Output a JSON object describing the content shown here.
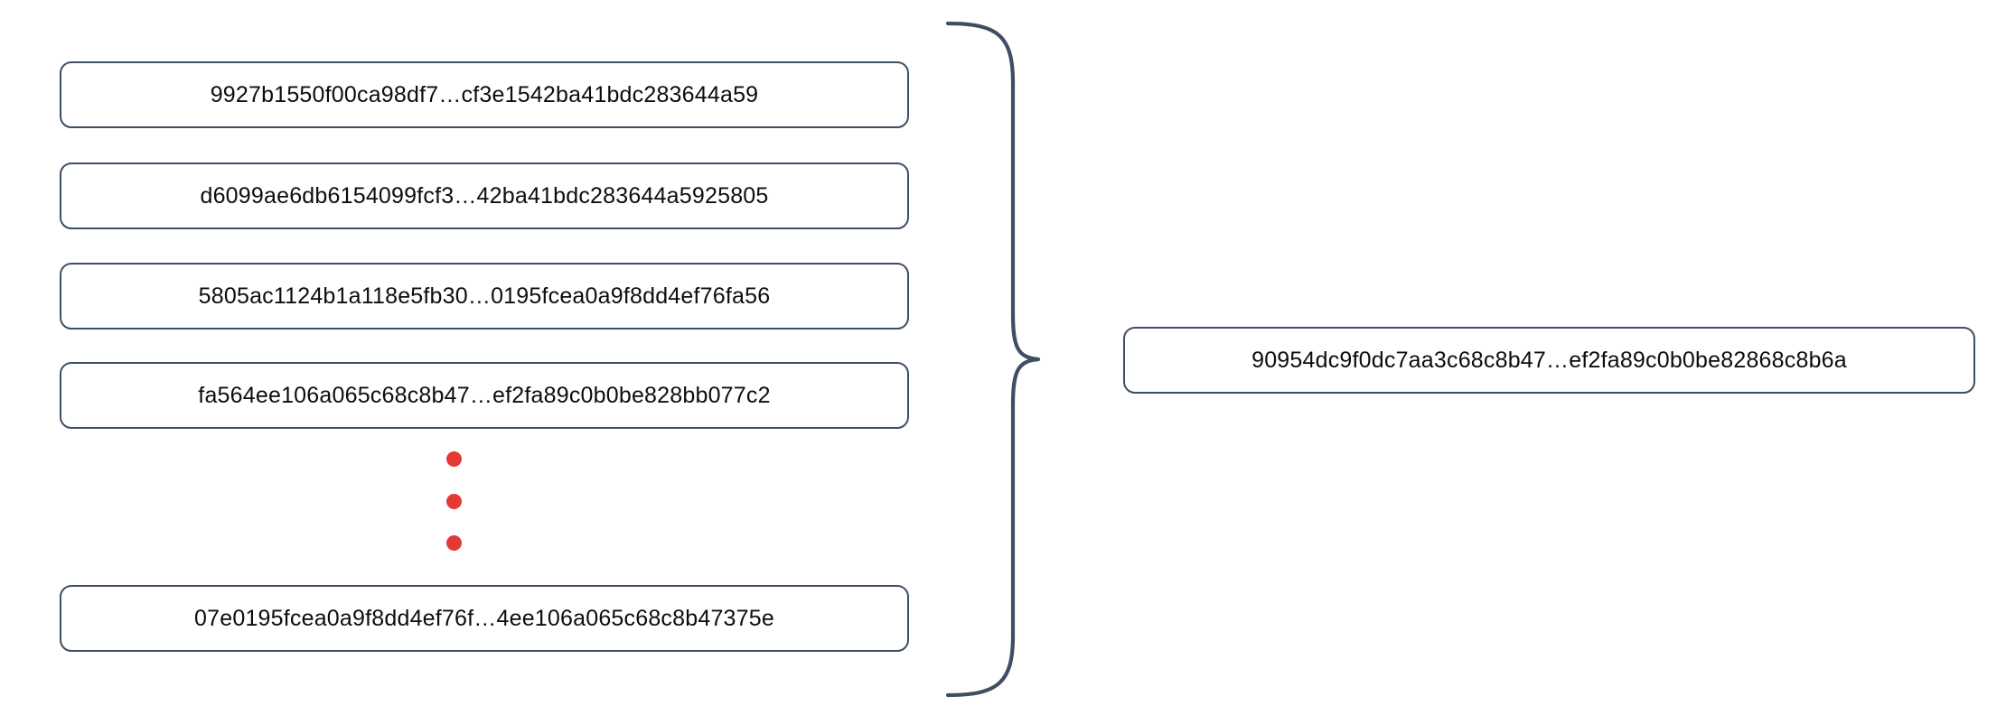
{
  "diagram": {
    "type": "many-to-one-aggregation",
    "description": "Multiple truncated hash values grouped by a curly brace into a single combined hash value",
    "accent_color": "#3F4F63",
    "dot_color": "#E53935",
    "text_color": "#0d0d0d",
    "background_color": "#ffffff"
  },
  "inputs": {
    "label": "input-hash-list",
    "items": [
      {
        "hash": "9927b1550f00ca98df7…cf3e1542ba41bdc283644a59"
      },
      {
        "hash": "d6099ae6db6154099fcf3…42ba41bdc283644a5925805"
      },
      {
        "hash": "5805ac1124b1a118e5fb30…0195fcea0a9f8dd4ef76fa56"
      },
      {
        "hash": "fa564ee106a065c68c8b47…ef2fa89c0b0be828bb077c2"
      },
      {
        "hash": "07e0195fcea0a9f8dd4ef76f…4ee106a065c68c8b47375e"
      }
    ],
    "ellipsis_dots": 3
  },
  "brace": {
    "name": "grouping-brace",
    "orientation": "right-pointing"
  },
  "output": {
    "label": "output-hash",
    "hash": "90954dc9f0dc7aa3c68c8b47…ef2fa89c0b0be82868c8b6a"
  }
}
